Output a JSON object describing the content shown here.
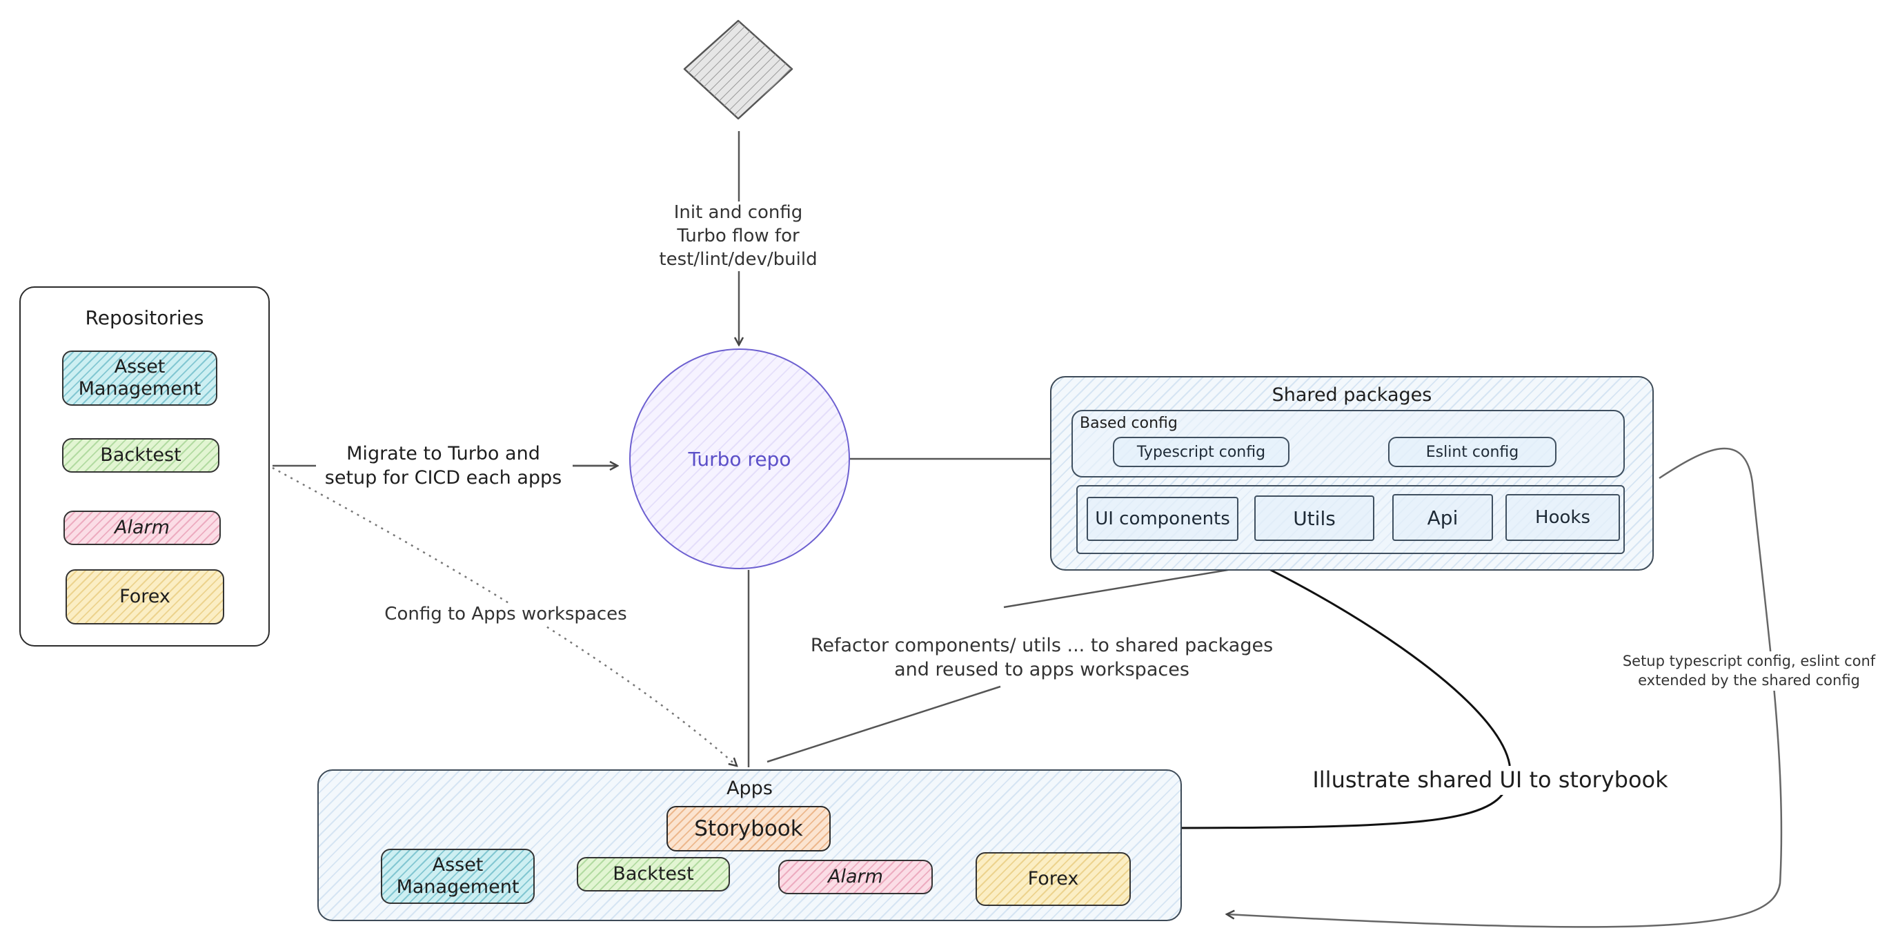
{
  "repositories": {
    "title": "Repositories",
    "items": [
      "Asset\nManagement",
      "Backtest",
      "Alarm",
      "Forex"
    ]
  },
  "turbo": {
    "label": "Turbo repo"
  },
  "shared": {
    "title": "Shared packages",
    "based_config": {
      "title": "Based config",
      "items": [
        "Typescript config",
        "Eslint config"
      ]
    },
    "modules": [
      "UI components",
      "Utils",
      "Api",
      "Hooks"
    ]
  },
  "apps": {
    "title": "Apps",
    "storybook": "Storybook",
    "items": [
      "Asset\nManagement",
      "Backtest",
      "Alarm",
      "Forex"
    ]
  },
  "edges": {
    "init": "Init and config\nTurbo flow for\ntest/lint/dev/build",
    "migrate": "Migrate to Turbo and\nsetup for CICD each apps",
    "config_apps": "Config to Apps workspaces",
    "refactor": "Refactor components/ utils ... to shared packages\nand reused to apps workspaces",
    "storybook": "Illustrate shared UI to storybook",
    "setup": "Setup typescript config, eslint conf\nextended by the shared config"
  },
  "colors": {
    "cyan": "#cdeff2",
    "green": "#e2f5d2",
    "pink": "#fbdde6",
    "yellow": "#fbeec4",
    "orange": "#fbe4d0",
    "turbo_stroke": "#6c5fd0",
    "shared_fill": "#f3f8fc"
  }
}
